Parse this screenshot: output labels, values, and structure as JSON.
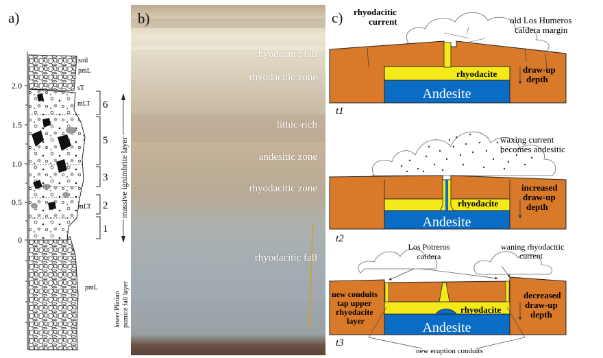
{
  "panel_a": {
    "label": "a)",
    "y_ticks": [
      "2.0",
      "1.5",
      "1.0",
      "0.5",
      "0"
    ],
    "units": [
      {
        "text": "soil"
      },
      {
        "text": "pmL"
      },
      {
        "text": "sT"
      },
      {
        "text": "mLT"
      },
      {
        "text": "mLT"
      },
      {
        "text": "pmL"
      }
    ],
    "subunits": [
      "6",
      "5",
      "3",
      "2",
      "1"
    ],
    "massive_label": "massive ignimbrite layer",
    "plinian_label_1": "lower Plinian",
    "plinian_label_2": "pumice fall layer"
  },
  "panel_b": {
    "label": "b)",
    "zones": [
      "rhyodacitic fall",
      "rhyodacitic zone",
      "lithic-rich",
      "andesitic zone",
      "rhyodacitic zone",
      "rhyodacitic fall"
    ]
  },
  "panel_c": {
    "label": "c)",
    "t1": {
      "time": "t1",
      "current_1": "rhyodacitic",
      "current_2": "current",
      "margin_1": "old Los Humeros",
      "margin_2": "caldera margin",
      "rhyodacite": "rhyodacite",
      "drawup_1": "draw-up",
      "drawup_2": "depth",
      "andesite": "Andesite"
    },
    "t2": {
      "time": "t2",
      "waxing_1": "waxing current",
      "waxing_2": "becomes andesitic",
      "rhyodacite": "rhyodacite",
      "drawup_1": "increased",
      "drawup_2": "draw-up",
      "drawup_3": "depth",
      "andesite": "Andesite"
    },
    "t3": {
      "time": "t3",
      "caldera_1": "Los Potreros",
      "caldera_2": "caldera",
      "waning_1": "waning rhyodacitic",
      "waning_2": "current",
      "newcond_1": "new conduits",
      "newcond_2": "tap upper",
      "newcond_3": "rhyodacite",
      "newcond_4": "layer",
      "rhyodacite": "rhyodacite",
      "drawup_1": "decreased",
      "drawup_2": "draw-up",
      "drawup_3": "depth",
      "andesite": "Andesite",
      "conduits": "new eruption conduits"
    }
  },
  "colors": {
    "crust": "#d97a2b",
    "rhyodacite": "#f4ea1a",
    "andesite": "#0a6cc4",
    "outline": "#222222"
  }
}
